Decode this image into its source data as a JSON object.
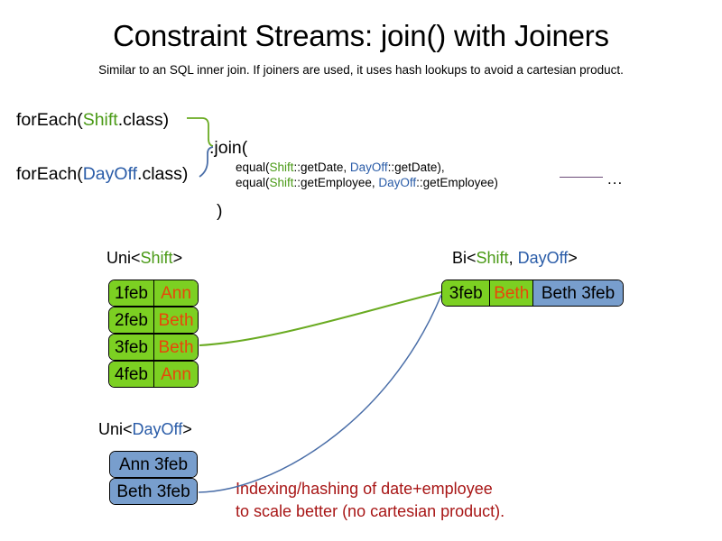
{
  "slide": {
    "title": "Constraint Streams: join() with Joiners",
    "subtitle": "Similar to an SQL inner join. If joiners are used, it uses hash lookups to avoid a cartesian product."
  },
  "colors": {
    "shift_green": "#4a9a16",
    "dayoff_blue": "#2a5ca8",
    "box_green": "#7cd022",
    "box_blue": "#789ecd",
    "name_orange": "#e8470a",
    "note_red": "#a81616",
    "rule_purple": "#6b4a78",
    "connector_green": "#6aab22",
    "connector_blue": "#4a6ea8"
  },
  "code": {
    "foreach_shift": {
      "prefix": "forEach(",
      "type": "Shift",
      "suffix": ".class)"
    },
    "foreach_dayoff": {
      "prefix": "forEach(",
      "type": "DayOff",
      "suffix": ".class)"
    },
    "join_open": ".join(",
    "join_close": ")",
    "joiners": [
      {
        "prefix": "equal(",
        "left_type": "Shift",
        "left_ref": "::getDate, ",
        "right_type": "DayOff",
        "right_ref": "::getDate),"
      },
      {
        "prefix": "equal(",
        "left_type": "Shift",
        "left_ref": "::getEmployee, ",
        "right_type": "DayOff",
        "right_ref": "::getEmployee)"
      }
    ],
    "ellipsis": "..."
  },
  "streams": {
    "uni_shift": {
      "caption_prefix": "Uni<",
      "caption_type": "Shift",
      "caption_suffix": ">",
      "rows": [
        {
          "date": "1feb",
          "name": "Ann"
        },
        {
          "date": "2feb",
          "name": "Beth"
        },
        {
          "date": "3feb",
          "name": "Beth"
        },
        {
          "date": "4feb",
          "name": "Ann"
        }
      ]
    },
    "uni_dayoff": {
      "caption_prefix": "Uni<",
      "caption_type": "DayOff",
      "caption_suffix": ">",
      "rows": [
        {
          "label": "Ann 3feb"
        },
        {
          "label": "Beth 3feb"
        }
      ]
    },
    "bi": {
      "caption_prefix": "Bi<",
      "caption_type_a": "Shift",
      "caption_middle": ", ",
      "caption_type_b": "DayOff",
      "caption_suffix": ">",
      "row": {
        "date": "3feb",
        "name": "Beth",
        "dayoff": "Beth 3feb"
      }
    }
  },
  "note": {
    "line1": "Indexing/hashing of date+employee",
    "line2": "to scale better (no cartesian product)."
  }
}
